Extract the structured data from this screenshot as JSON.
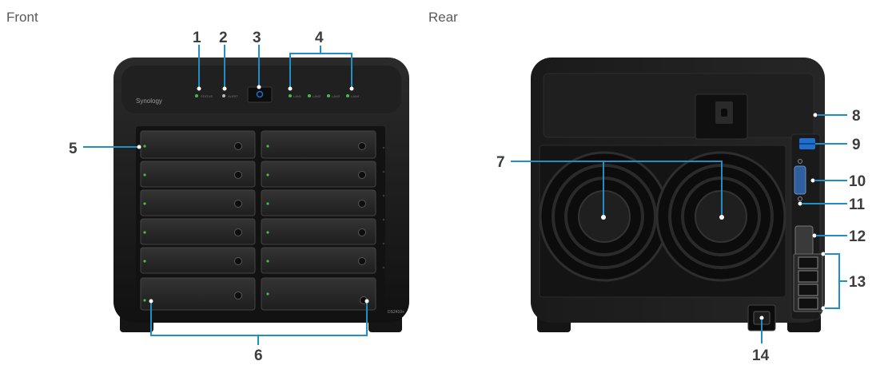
{
  "views": {
    "front": "Front",
    "rear": "Rear"
  },
  "device": {
    "brand": "Synology",
    "model": "DS2419+",
    "front_leds": [
      "STATUS",
      "ALERT",
      "LAN1",
      "LAN2",
      "LAN3",
      "LAN4"
    ]
  },
  "callouts": {
    "c1": "1",
    "c2": "2",
    "c3": "3",
    "c4": "4",
    "c5": "5",
    "c6": "6",
    "c7": "7",
    "c8": "8",
    "c9": "9",
    "c10": "10",
    "c11": "11",
    "c12": "12",
    "c13": "13",
    "c14": "14"
  },
  "colors": {
    "leader": "#1f8fc6",
    "chassis": "#1b1b1b",
    "drive_tray": "#2a2a2a",
    "led_green": "#3fbf3f",
    "power_button": "#1e6fd0"
  }
}
